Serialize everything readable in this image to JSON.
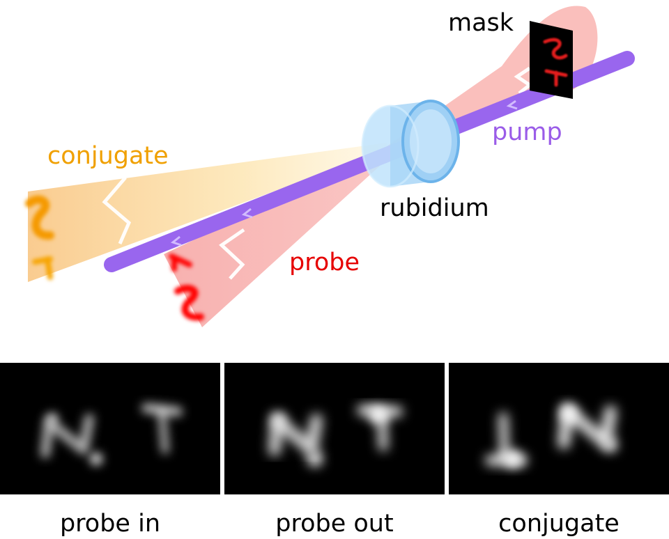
{
  "labels": {
    "mask": "mask",
    "pump": "pump",
    "rubidium": "rubidium",
    "conjugate": "conjugate",
    "probe": "probe"
  },
  "panels": [
    {
      "caption": "probe in"
    },
    {
      "caption": "probe out"
    },
    {
      "caption": "conjugate"
    }
  ],
  "colors": {
    "pump": "#9966ee",
    "probe_beam": "#f9b3b0",
    "probe_image": "#ff0000",
    "conjugate_beam": "#fde3a6",
    "conjugate_image": "#f59a00",
    "cell": "#8cc8f5",
    "label_mask": "#000000",
    "label_pump": "#9a5ce8",
    "label_rubidium": "#000000",
    "label_conjugate": "#f0a000",
    "label_probe": "#e60000"
  }
}
